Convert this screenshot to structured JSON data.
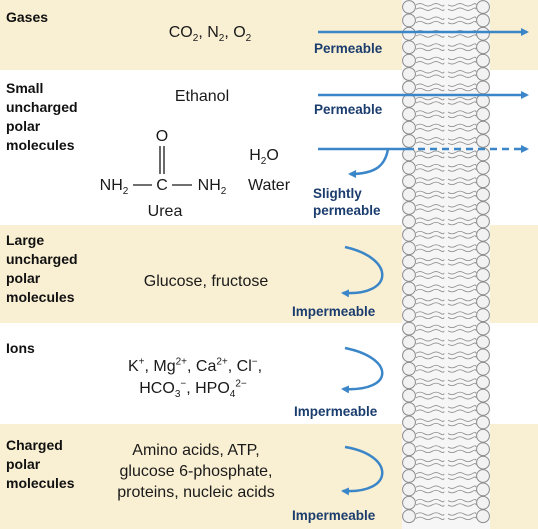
{
  "rows": [
    {
      "category": "Gases",
      "examples_html": "CO<sub>2</sub>, N<sub>2</sub>, O<sub>2</sub>",
      "label": "Permeable"
    },
    {
      "category": "Small\nuncharged\npolar\nmolecules",
      "example1": "Ethanol",
      "label": "Permeable",
      "water_html": "H<sub>2</sub>O",
      "water_name": "Water",
      "urea_name": "Urea",
      "urea_o": "O",
      "urea_c": "C",
      "urea_left_html": "NH<sub>2</sub>",
      "urea_right_html": "NH<sub>2</sub>",
      "label2": "Slightly\npermeable"
    },
    {
      "category": "Large\nuncharged\npolar\nmolecules",
      "examples": "Glucose, fructose",
      "label": "Impermeable"
    },
    {
      "category": "Ions",
      "line1_html": "K<sup>+</sup>, Mg<sup>2+</sup>, Ca<sup>2+</sup>, Cl<sup>−</sup>,",
      "line2_html": "HCO<sub>3</sub><sup>−</sup>, HPO<sub>4</sub><sup>2−</sup>",
      "label": "Impermeable"
    },
    {
      "category": "Charged\npolar\nmolecules",
      "examples": "Amino acids, ATP,\nglucose 6-phosphate,\nproteins, nucleic acids",
      "label": "Impermeable"
    }
  ],
  "colors": {
    "band": "#f9efd2",
    "arrow": "#3b86c8",
    "label": "#1b3d6e",
    "membrane_fill": "#f2f2f2",
    "membrane_stroke": "#8a8a8a"
  }
}
